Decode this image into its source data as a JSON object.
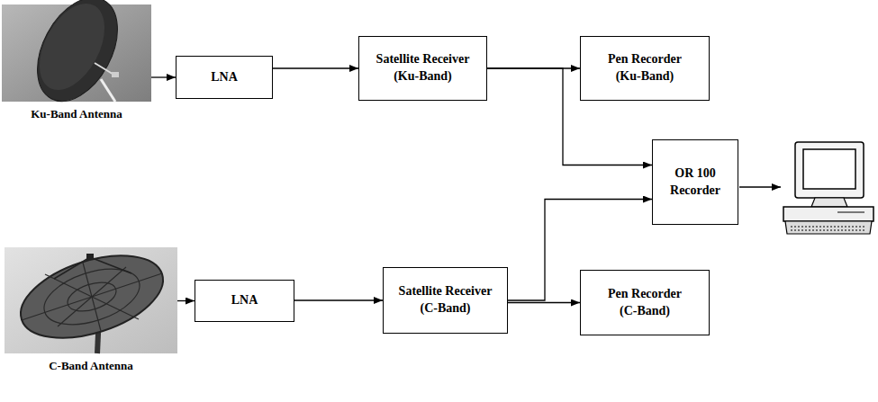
{
  "diagram": {
    "nodes": [
      {
        "text": [
          "Ku-Band Antenna"
        ]
      },
      {
        "text": [
          "LNA"
        ]
      },
      {
        "text": [
          "Satellite Receiver",
          "(Ku-Band)"
        ]
      },
      {
        "text": [
          "Pen Recorder",
          "(Ku-Band)"
        ]
      },
      {
        "text": [
          "OR 100 Recorder"
        ]
      },
      {
        "text": [
          "C-Band Antenna"
        ]
      },
      {
        "text": [
          "LNA"
        ]
      },
      {
        "text": [
          "Satellite Receiver",
          "(C-Band)"
        ]
      },
      {
        "text": [
          "Pen Recorder",
          "(C-Band)"
        ]
      }
    ],
    "edges": [
      {
        "from": 0,
        "to": 1,
        "arrow": "to"
      },
      {
        "from": 1,
        "to": 2,
        "arrow": "to"
      },
      {
        "from": 2,
        "to": 3,
        "arrow": "to"
      },
      {
        "from": 2,
        "to": 4,
        "arrow": "to"
      },
      {
        "from": 5,
        "to": 6,
        "arrow": "to"
      },
      {
        "from": 6,
        "to": 7,
        "arrow": "to"
      },
      {
        "from": 7,
        "to": 4,
        "arrow": "to"
      },
      {
        "from": 7,
        "to": 8,
        "arrow": "to"
      }
    ]
  }
}
